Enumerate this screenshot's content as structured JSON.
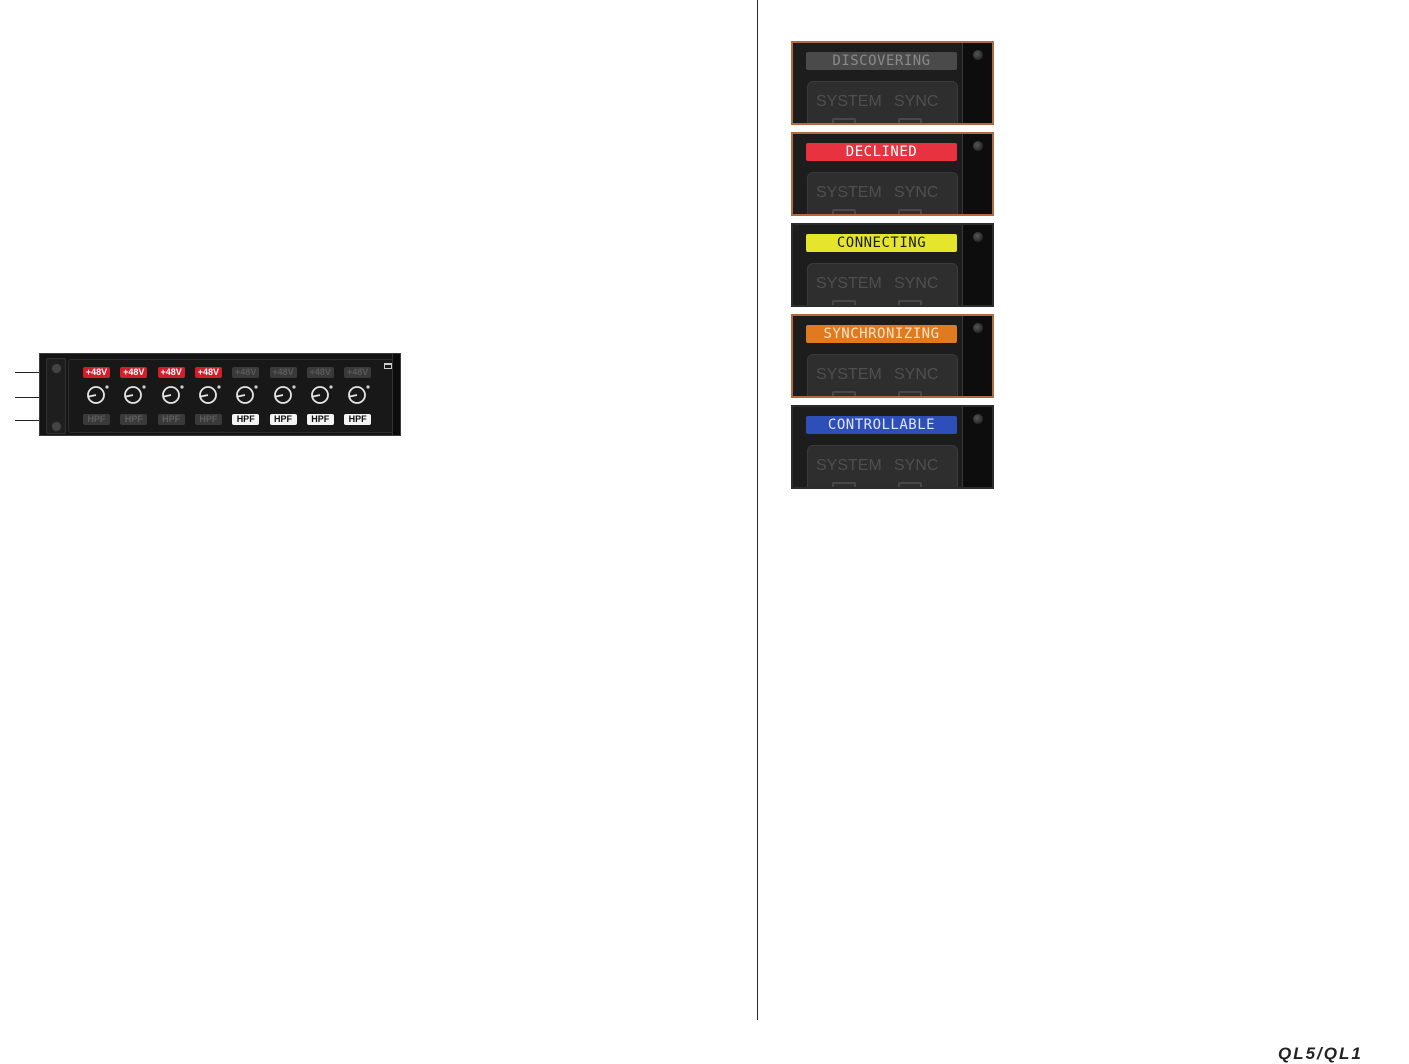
{
  "ha_panel": {
    "channels": [
      {
        "phantom_label": "+48V",
        "phantom_on": true,
        "hpf_label": "HPF",
        "hpf_on": false
      },
      {
        "phantom_label": "+48V",
        "phantom_on": true,
        "hpf_label": "HPF",
        "hpf_on": false
      },
      {
        "phantom_label": "+48V",
        "phantom_on": true,
        "hpf_label": "HPF",
        "hpf_on": false
      },
      {
        "phantom_label": "+48V",
        "phantom_on": true,
        "hpf_label": "HPF",
        "hpf_on": false
      },
      {
        "phantom_label": "+48V",
        "phantom_on": false,
        "hpf_label": "HPF",
        "hpf_on": true
      },
      {
        "phantom_label": "+48V",
        "phantom_on": false,
        "hpf_label": "HPF",
        "hpf_on": true
      },
      {
        "phantom_label": "+48V",
        "phantom_on": false,
        "hpf_label": "HPF",
        "hpf_on": true
      },
      {
        "phantom_label": "+48V",
        "phantom_on": false,
        "hpf_label": "HPF",
        "hpf_on": true
      }
    ]
  },
  "status_screens": [
    {
      "status": "DISCOVERING",
      "bg": "#4a4a4a",
      "fg": "#8a8a8a",
      "accent": true,
      "system_label": "SYSTEM",
      "sync_label": "SYNC"
    },
    {
      "status": "DECLINED",
      "bg": "#e8323f",
      "fg": "#ffffff",
      "accent": true,
      "system_label": "SYSTEM",
      "sync_label": "SYNC"
    },
    {
      "status": "CONNECTING",
      "bg": "#e5e52b",
      "fg": "#1a1a1a",
      "accent": false,
      "system_label": "SYSTEM",
      "sync_label": "SYNC"
    },
    {
      "status": "SYNCHRONIZING",
      "bg": "#e07a1e",
      "fg": "#f5e2cc",
      "accent": true,
      "system_label": "SYSTEM",
      "sync_label": "SYNC"
    },
    {
      "status": "CONTROLLABLE",
      "bg": "#2f4fb8",
      "fg": "#dfe6ff",
      "accent": false,
      "system_label": "SYSTEM",
      "sync_label": "SYNC"
    }
  ],
  "footer": {
    "brand": "QL5/QL1"
  }
}
